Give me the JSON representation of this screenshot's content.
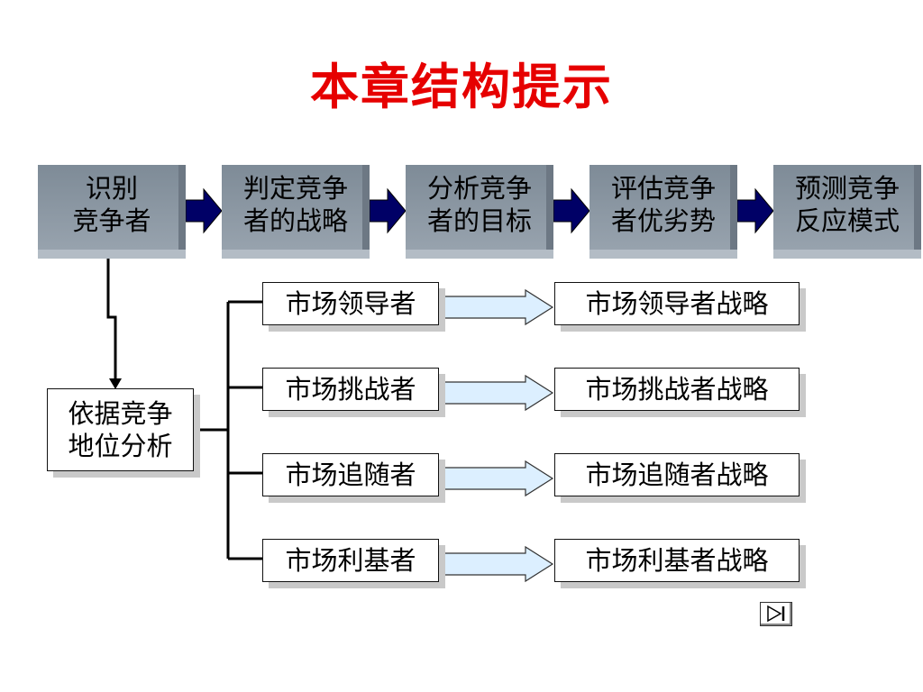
{
  "title": "本章结构提示",
  "steps": [
    {
      "label": "识别\n竞争者"
    },
    {
      "label": "判定竞争\n者的战略"
    },
    {
      "label": "分析竞争\n者的目标"
    },
    {
      "label": "评估竞争\n者优劣势"
    },
    {
      "label": "预测竞争\n反应模式"
    }
  ],
  "basis": {
    "label": "依据竞争\n地位分析"
  },
  "positions": [
    {
      "label": "市场领导者",
      "strategy": "市场领导者战略"
    },
    {
      "label": "市场挑战者",
      "strategy": "市场挑战者战略"
    },
    {
      "label": "市场追随者",
      "strategy": "市场追随者战略"
    },
    {
      "label": "市场利基者",
      "strategy": "市场利基者战略"
    }
  ],
  "colors": {
    "title": "#e60000",
    "step_fill": "#8a96a2",
    "step_arrow": "#000066",
    "flow_arrow": "#dcefff"
  },
  "nav": {
    "icon": "next-slide-icon"
  }
}
